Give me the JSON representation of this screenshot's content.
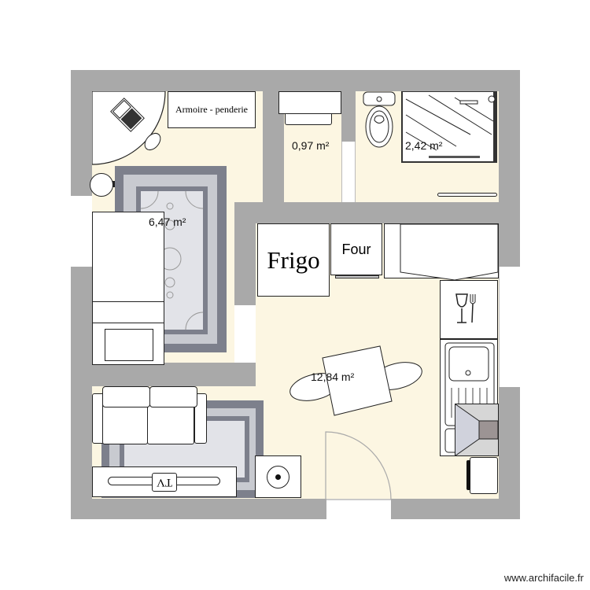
{
  "plan": {
    "rooms": [
      {
        "id": "bedroom",
        "area_label": "6,47 m²"
      },
      {
        "id": "wc",
        "area_label": "0,97 m²"
      },
      {
        "id": "bathroom",
        "area_label": "2,42 m²"
      },
      {
        "id": "living-kitchen",
        "area_label": "12,84 m²"
      }
    ],
    "furniture": {
      "wardrobe": "Armoire - penderie",
      "fridge": "Frigo",
      "oven": "Four",
      "tv": "TV"
    },
    "colors": {
      "wall": "#a9a9a9",
      "floor": "#fcf6e2",
      "rug_dark": "#7d808c",
      "rug_mid": "#c8cad0",
      "rug_light": "#e2e3e8"
    }
  },
  "watermark": "www.archifacile.fr"
}
